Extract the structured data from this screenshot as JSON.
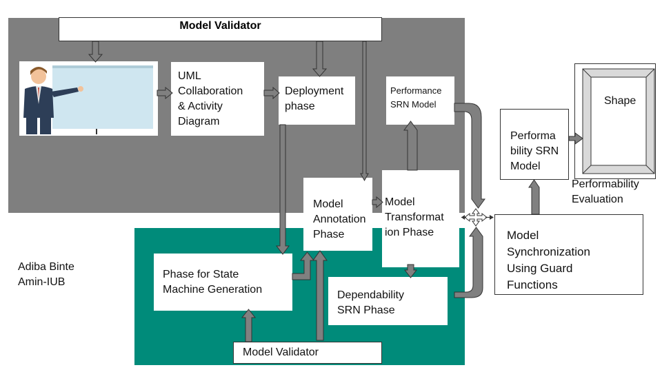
{
  "colors": {
    "gray_panel": "#7f7f7f",
    "teal_panel": "#008b7a",
    "arrow_fill": "#808080",
    "arrow_stroke": "#333333"
  },
  "title": "Model Validator",
  "illustration": {
    "icon": "presenter-illustration-icon"
  },
  "nodes": {
    "uml": "UML\nCollaboration\n& Activity\nDiagram",
    "deployment": "Deployment\nphase",
    "perf_srn": "Performance\nSRN Model",
    "model_annotation": "Model\nAnnotation\nPhase",
    "model_transformation": "Model\nTransformat\nion Phase",
    "state_machine": "Phase for State\nMachine Generation",
    "dependability": "Dependability\nSRN Phase",
    "bottom_validator": "Model Validator",
    "performability_srn": "Performa\nbility SRN\nModel",
    "synchronization": "Model\nSynchronization\nUsing Guard\nFunctions",
    "shape": "Shape",
    "performability_eval": "Performability\nEvaluation"
  },
  "author": "Adiba Binte\nAmin-IUB"
}
